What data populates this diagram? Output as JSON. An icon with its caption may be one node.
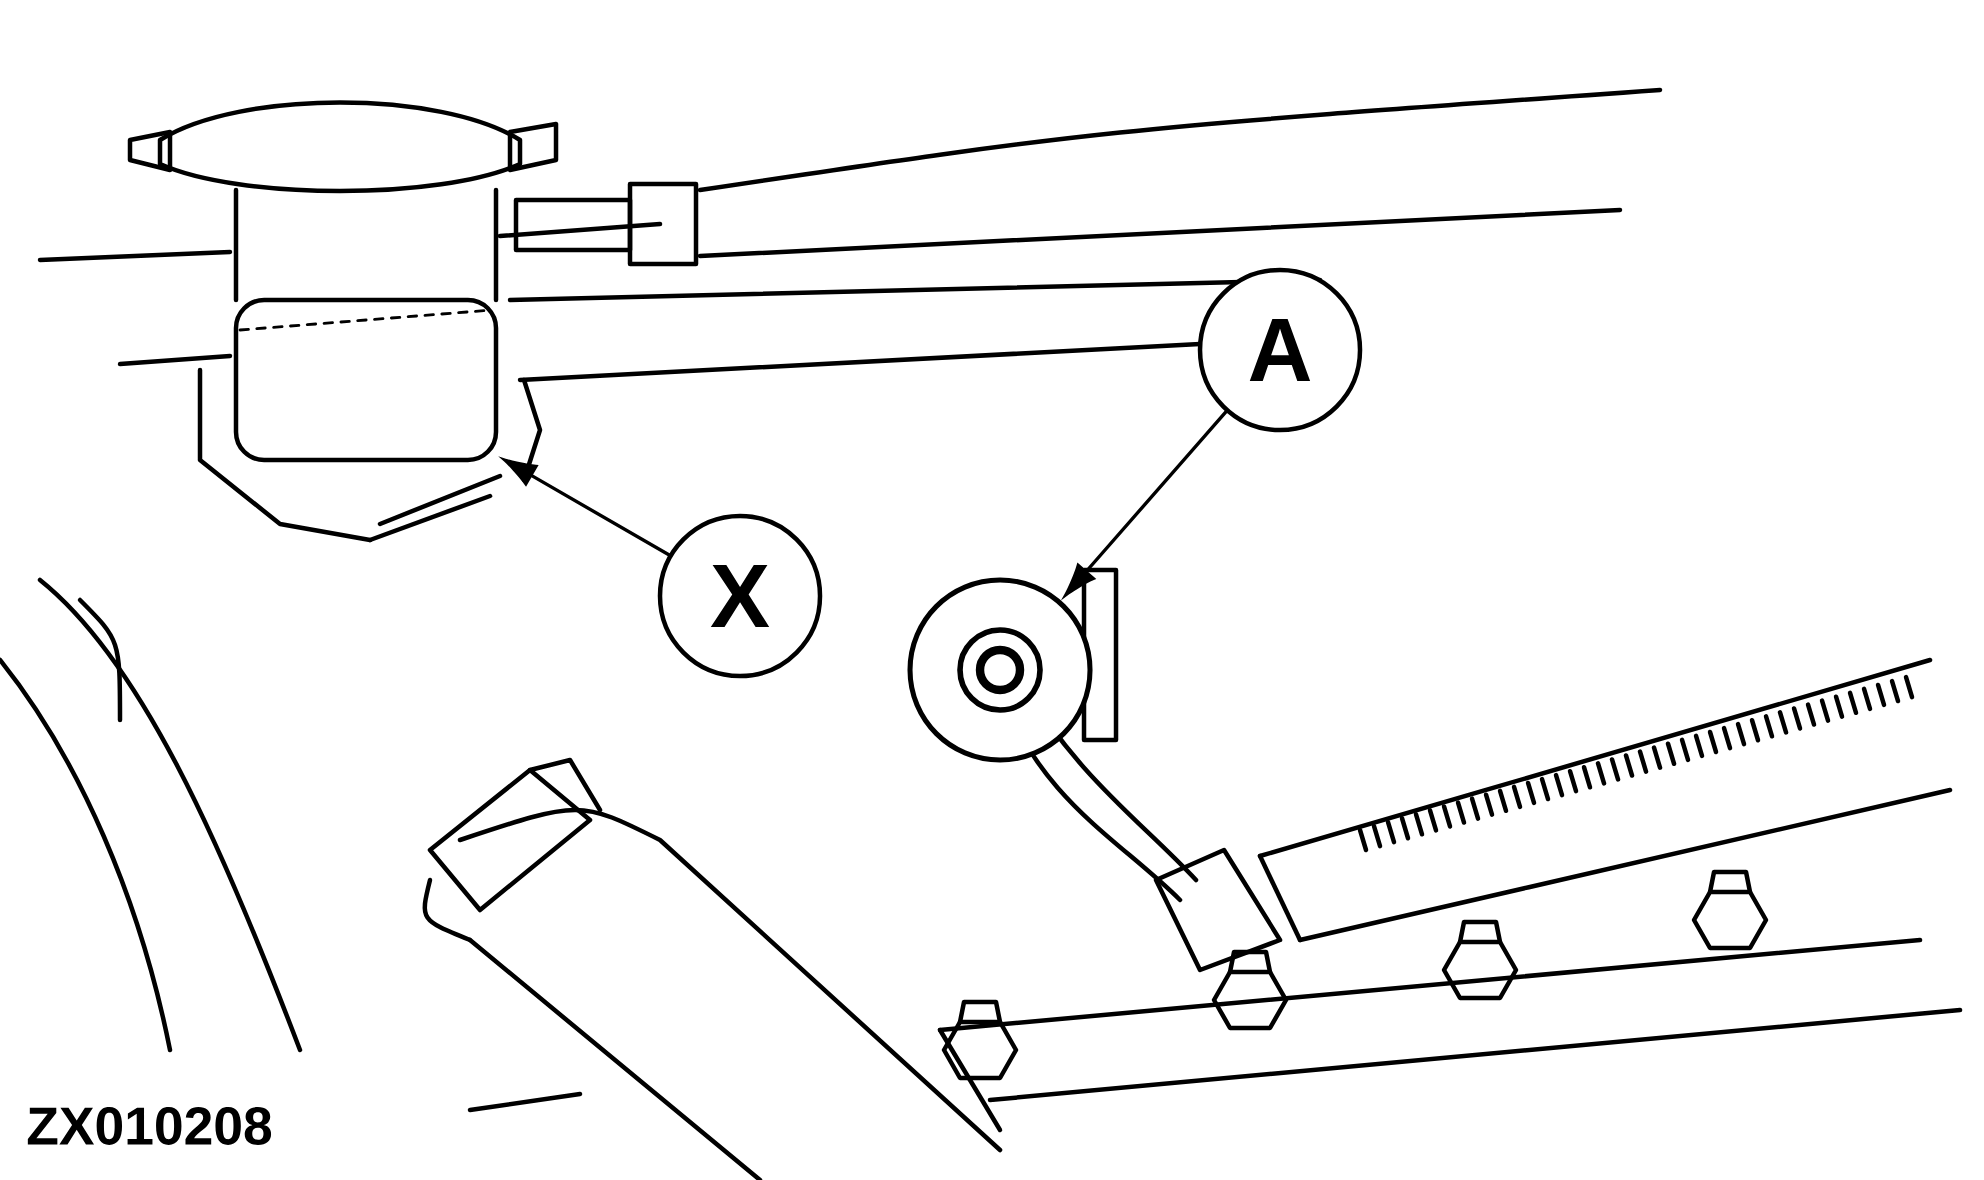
{
  "diagram": {
    "nodes": [
      {
        "text": [
          "A"
        ]
      },
      {
        "text": [],
        "shape": "cylinder"
      },
      {
        "text": [
          "X"
        ]
      },
      {
        "text": [],
        "shape": "circle"
      }
    ],
    "edges": [
      {
        "from": 0,
        "to": 3,
        "arrow": "to"
      },
      {
        "from": 2,
        "to": 1,
        "arrow": "to"
      }
    ],
    "labels": [
      "ZX010208"
    ]
  }
}
